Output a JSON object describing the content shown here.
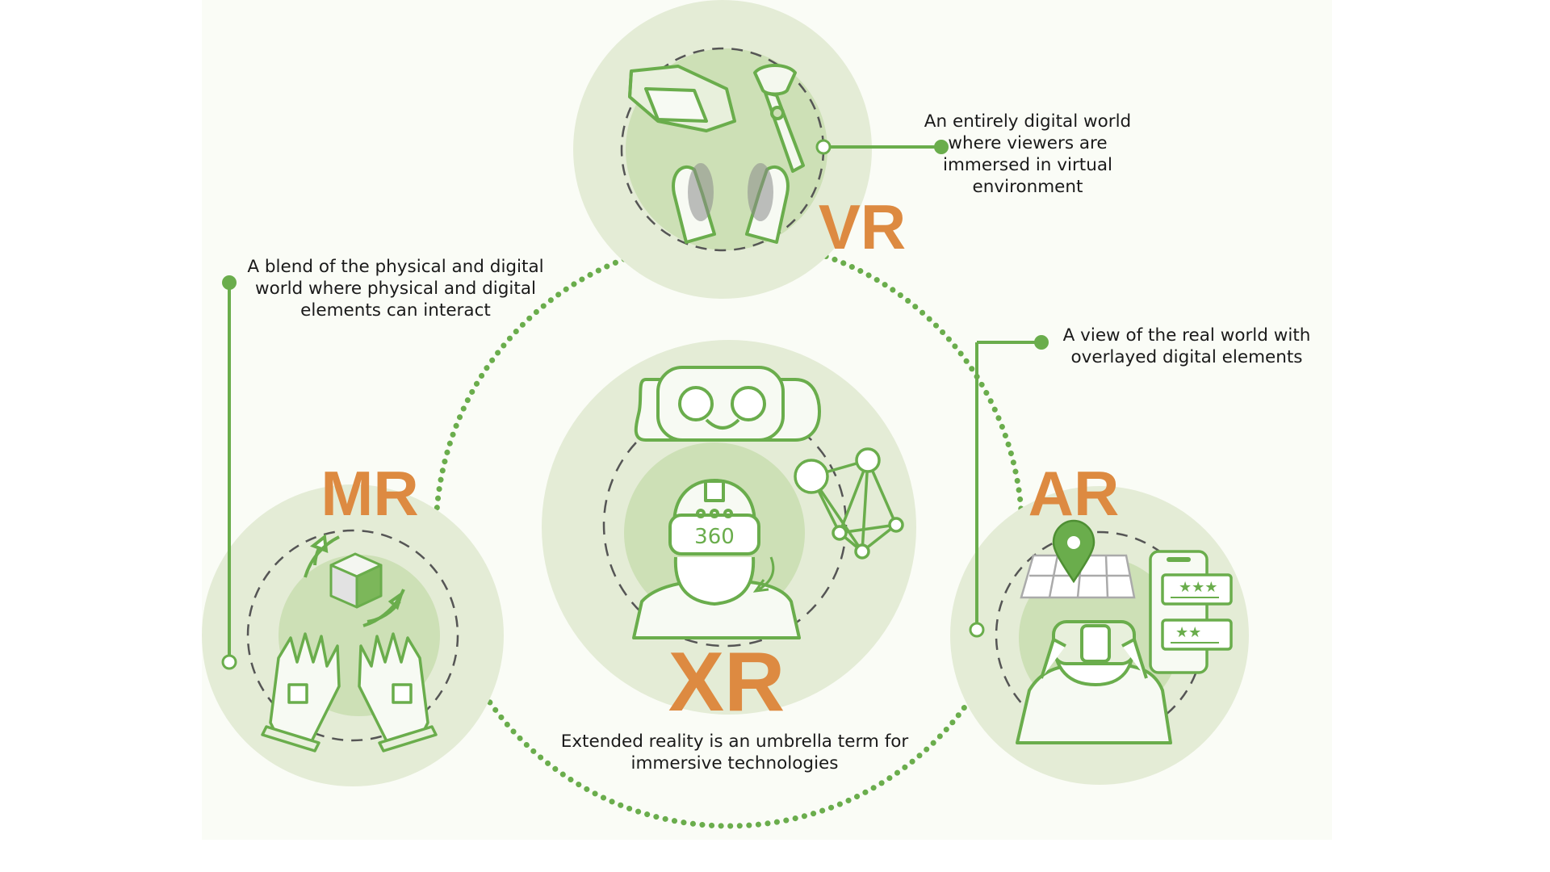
{
  "labels": {
    "vr": "VR",
    "ar": "AR",
    "mr": "MR",
    "xr": "XR"
  },
  "headset_text": "360",
  "descriptions": {
    "vr": [
      "An entirely digital world",
      "where viewers are",
      "immersed in virtual",
      "environment"
    ],
    "ar": [
      "A view of the real world with",
      "overlayed digital elements"
    ],
    "mr": [
      "A blend of the physical and digital",
      "world where physical and digital",
      "elements can interact"
    ],
    "xr": [
      "Extended reality is an umbrella term for",
      "immersive technologies"
    ]
  },
  "colors": {
    "green": "#6aad4c",
    "light_green": "#e4ecd6",
    "mid_green": "#cde0b6",
    "orange": "#dd8a41",
    "text": "#1a1a1a"
  },
  "icons": {
    "vr": [
      "vr-headset-icon",
      "vr-controller-icon",
      "hands-icon"
    ],
    "ar": [
      "map-pin-icon",
      "phone-reviews-icon",
      "person-phone-icon"
    ],
    "mr": [
      "cube-icon",
      "rotate-arrows-icon",
      "glove-hands-icon"
    ],
    "xr": [
      "goggles-icon",
      "headset-360-icon",
      "network-icon"
    ]
  }
}
